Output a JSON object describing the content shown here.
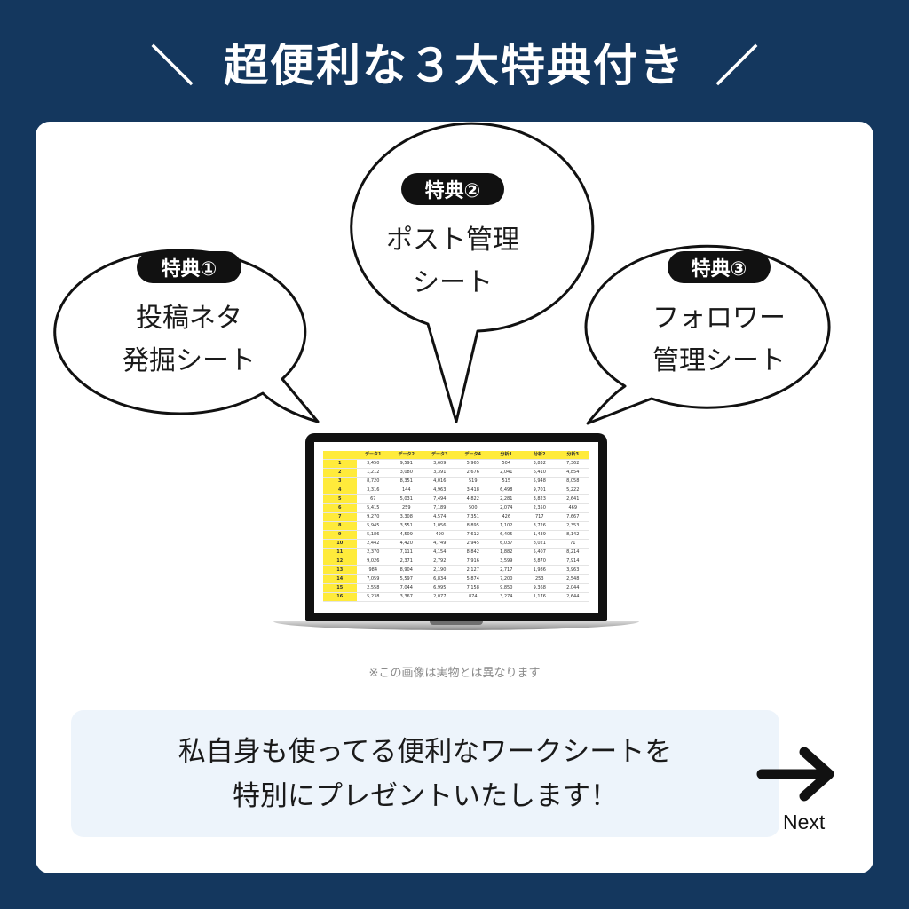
{
  "headline": {
    "left_slash": "＼",
    "title": "超便利な３大特典付き",
    "right_slash": "／"
  },
  "bubbles": [
    {
      "tag": "特典①",
      "lines": [
        "投稿ネタ",
        "発掘シート"
      ]
    },
    {
      "tag": "特典②",
      "lines": [
        "ポスト管理",
        "シート"
      ]
    },
    {
      "tag": "特典③",
      "lines": [
        "フォロワー",
        "管理シート"
      ]
    }
  ],
  "spreadsheet": {
    "headers": [
      "データ1",
      "データ2",
      "データ3",
      "データ4",
      "分析1",
      "分析2",
      "分析3"
    ],
    "rows": [
      [
        "1",
        "3,450",
        "9,591",
        "3,609",
        "5,965",
        "504",
        "3,832",
        "7,362"
      ],
      [
        "2",
        "1,212",
        "3,080",
        "3,391",
        "2,676",
        "2,041",
        "6,410",
        "4,854"
      ],
      [
        "3",
        "8,720",
        "8,351",
        "4,016",
        "519",
        "515",
        "5,948",
        "8,058"
      ],
      [
        "4",
        "3,316",
        "144",
        "4,963",
        "3,418",
        "6,498",
        "9,701",
        "5,222"
      ],
      [
        "5",
        "67",
        "5,031",
        "7,494",
        "4,822",
        "2,281",
        "3,823",
        "2,641"
      ],
      [
        "6",
        "5,415",
        "259",
        "7,189",
        "500",
        "2,074",
        "2,350",
        "469"
      ],
      [
        "7",
        "9,270",
        "3,308",
        "4,574",
        "7,351",
        "426",
        "717",
        "7,667"
      ],
      [
        "8",
        "5,945",
        "3,551",
        "1,056",
        "8,895",
        "1,102",
        "3,726",
        "2,353"
      ],
      [
        "9",
        "5,186",
        "4,509",
        "490",
        "7,612",
        "6,405",
        "1,439",
        "8,142"
      ],
      [
        "10",
        "2,442",
        "4,420",
        "4,749",
        "2,945",
        "6,037",
        "8,021",
        "71"
      ],
      [
        "11",
        "2,370",
        "7,111",
        "4,154",
        "8,842",
        "1,882",
        "5,407",
        "8,214"
      ],
      [
        "12",
        "9,026",
        "2,371",
        "2,792",
        "7,916",
        "3,599",
        "8,870",
        "7,914"
      ],
      [
        "13",
        "984",
        "8,904",
        "2,190",
        "2,127",
        "2,717",
        "1,986",
        "3,963"
      ],
      [
        "14",
        "7,059",
        "5,597",
        "6,834",
        "5,874",
        "7,200",
        "253",
        "2,548"
      ],
      [
        "15",
        "2,558",
        "7,044",
        "6,995",
        "7,158",
        "9,850",
        "9,368",
        "2,044"
      ],
      [
        "16",
        "5,238",
        "3,367",
        "2,077",
        "874",
        "3,274",
        "1,176",
        "2,644"
      ]
    ]
  },
  "note": "※この画像は実物とは異なります",
  "message": {
    "line1": "私自身も使ってる便利なワークシートを",
    "line2": "特別にプレゼントいたします！"
  },
  "next": {
    "label": "Next",
    "icon": "arrow-right-icon"
  },
  "colors": {
    "background": "#14375e",
    "card": "#ffffff",
    "message_bg": "#edf4fb",
    "highlight": "#ffeb3b"
  }
}
